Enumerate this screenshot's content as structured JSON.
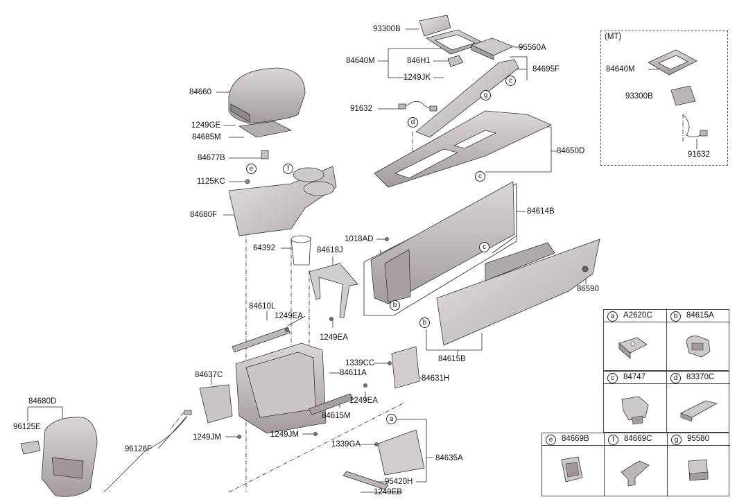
{
  "part_labels": {
    "p93300B": "93300B",
    "p95560A": "95560A",
    "p84640M": "84640M",
    "p846H1": "846H1",
    "p1249JK": "1249JK",
    "p84695F": "84695F",
    "p84660": "84660",
    "p91632": "91632",
    "p1249GE": "1249GE",
    "p84685M": "84685M",
    "p84650D": "84650D",
    "p84677B": "84677B",
    "p1125KC": "1125KC",
    "p84680F": "84680F",
    "p84614B": "84614B",
    "p1018AD": "1018AD",
    "p64392": "64392",
    "p84618J": "84618J",
    "p86590": "86590",
    "p84610L": "84610L",
    "p1249EA_a": "1249EA",
    "p1249EA_b": "1249EA",
    "p84615B": "84615B",
    "p1339CC": "1339CC",
    "p84631H": "84631H",
    "p84637C": "84637C",
    "p84611A": "84611A",
    "p1249EA_c": "1249EA",
    "p84680D": "84680D",
    "p84615M": "84615M",
    "p96125E": "96125E",
    "p1249JM_a": "1249JM",
    "p1249JM_b": "1249JM",
    "p96126F": "96126F",
    "p1339GA": "1339GA",
    "p84635A": "84635A",
    "p95420H": "95420H",
    "p1249EB": "1249EB"
  },
  "callouts": {
    "a": "a",
    "b": "b",
    "c": "c",
    "d": "d",
    "e": "e",
    "f": "f",
    "g": "g"
  },
  "mt_box": {
    "title": "(MT)",
    "p84640M": "84640M",
    "p93300B": "93300B",
    "p91632": "91632"
  },
  "legend": {
    "rows": [
      [
        {
          "letter": "a",
          "code": "A2620C",
          "icon": "clip-nut-icon"
        },
        {
          "letter": "b",
          "code": "84615A",
          "icon": "retainer-clip-icon"
        }
      ],
      [
        {
          "letter": "c",
          "code": "84747",
          "icon": "push-clip-icon"
        },
        {
          "letter": "d",
          "code": "83370C",
          "icon": "trim-clip-icon"
        }
      ],
      [
        {
          "letter": "e",
          "code": "84669B",
          "icon": "bracket-block-icon"
        },
        {
          "letter": "f",
          "code": "84669C",
          "icon": "mount-bracket-icon"
        },
        {
          "letter": "g",
          "code": "95580",
          "icon": "connector-block-icon"
        }
      ]
    ]
  },
  "colors": {
    "line": "#222222",
    "part_fill": "#d9d5d5",
    "part_shade": "#b9b3b4",
    "part_dark": "#8f8788"
  }
}
